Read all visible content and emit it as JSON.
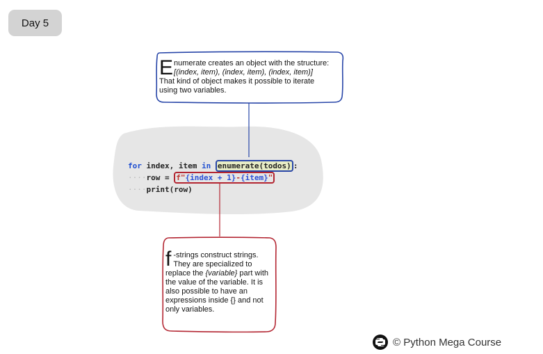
{
  "badge": {
    "label": "Day 5"
  },
  "code": {
    "line1": {
      "for": "for",
      "vars": " index, item ",
      "in": "in",
      "enumerate": "enumerate(todos)",
      "colon": ":"
    },
    "line2": {
      "indent": "····",
      "assign": "row = ",
      "fprefix": "f\"",
      "part1": "{index + 1}",
      "sep": "-",
      "part2": "{item}",
      "fend": "\""
    },
    "line3": {
      "indent": "····",
      "call": "print(row)"
    }
  },
  "note_enumerate": {
    "dropcap": "E",
    "line1": "numerate creates an object with the structure:",
    "line2": "[(index, item), (index, item), (index, item)]",
    "line3": "That kind of object makes it possible to iterate",
    "line4": "using two variables."
  },
  "note_fstring": {
    "dropcap": "f",
    "line1": "-strings construct strings.",
    "line2": "They are specialized to",
    "line3a": "replace the ",
    "line3b": "{variable}",
    "line3c": " part with",
    "line4": "the value of the variable. It is",
    "line5": "also possible to have an",
    "line6": "expressions inside {} and not",
    "line7": "only variables."
  },
  "credit": {
    "text": "© Python Mega Course",
    "icon": "python-logo-icon"
  },
  "colors": {
    "blue_accent": "#2745a8",
    "red_accent": "#b32531",
    "blob": "#e6e6e6",
    "badge": "#d3d3d3"
  }
}
